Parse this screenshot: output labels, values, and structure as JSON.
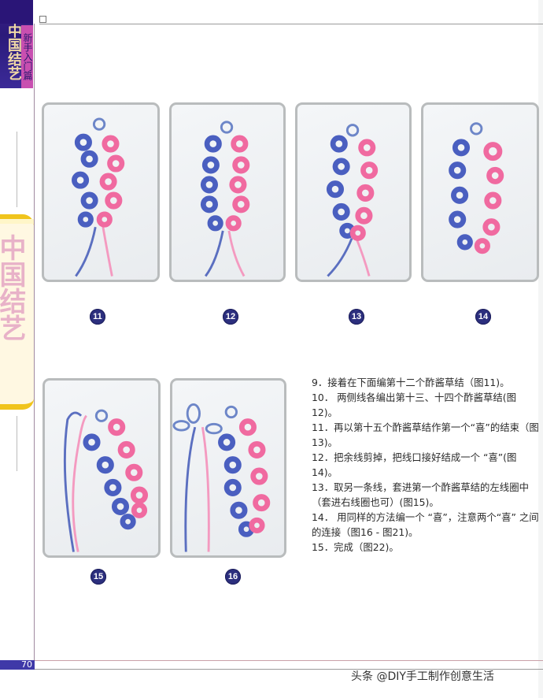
{
  "header": {
    "title": "中国结艺",
    "subtitle": "新手入门篇",
    "colors": {
      "badge": "#2b1a7a",
      "subtitle_bg": "#c84fb0",
      "title_text": "#f0d9a6"
    }
  },
  "side_ribbon": {
    "text": "中国结艺",
    "colors": {
      "band": "#f0c41c",
      "text": "#e8b2c8"
    }
  },
  "figures": [
    {
      "id": "fig-11",
      "number": "11",
      "description": "blue and pink double-chain knot piece with two loose cords at bottom"
    },
    {
      "id": "fig-12",
      "number": "12",
      "description": "knot chain extended with loose cords"
    },
    {
      "id": "fig-13",
      "number": "13",
      "description": "knot chain with cords at bottom"
    },
    {
      "id": "fig-14",
      "number": "14",
      "description": "completed knot piece, cords trimmed"
    },
    {
      "id": "fig-15",
      "number": "15",
      "description": "new cord threaded through first knot loop"
    },
    {
      "id": "fig-16",
      "number": "16",
      "description": "new cord tying next knot beside piece"
    }
  ],
  "steps": [
    "9．接着在下面编第十二个酢酱草结（图11)。",
    "10． 两侧线各编出第十三、十四个酢酱草结(图12)。",
    "11．再以第十五个酢酱草结作第一个“喜”的结束（图13)。",
    "12．把余线剪掉，把线口接好结成一个 “喜”(图14)。",
    "13．取另一条线，套进第一个酢酱草结的左线圈中（套进右线圈也可）(图15)。",
    "14． 用同样的方法编一个 “喜”，注意两个“喜” 之间的连接（图16 - 图21)。",
    "15．完成（图22)。"
  ],
  "footer": {
    "page_number": "70",
    "watermark": "头条 @DIY手工制作创意生活",
    "page_color": "#3f39a8"
  }
}
